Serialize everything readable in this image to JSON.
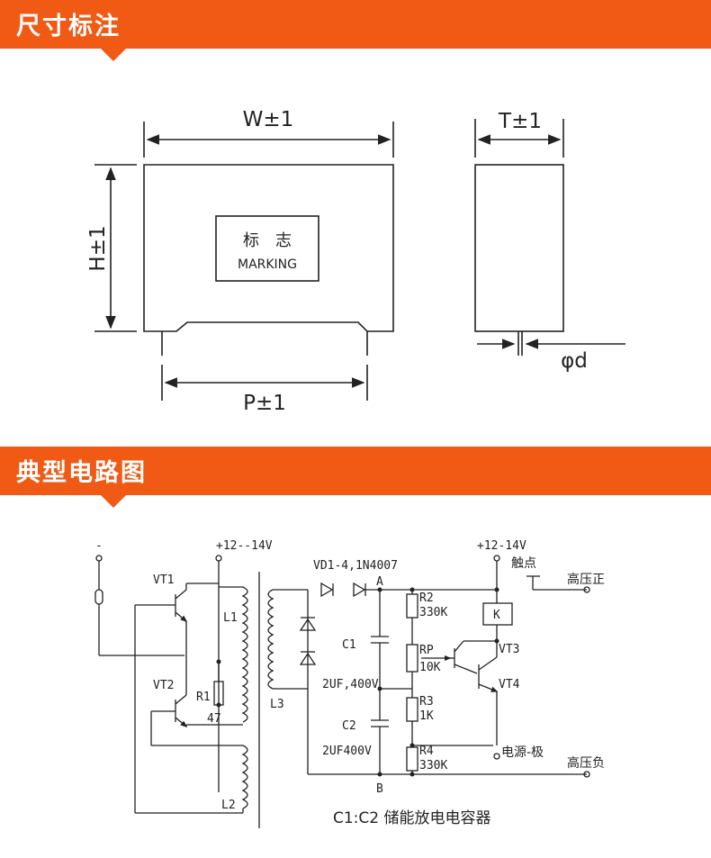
{
  "section1": {
    "title": "尺寸标注"
  },
  "dimensions": {
    "width": "W±1",
    "height": "H±1",
    "pitch": "P±1",
    "thickness": "T±1",
    "lead_diameter": "φd",
    "marking_cn": "标　志",
    "marking_en": "MARKING"
  },
  "section2": {
    "title": "典型电路图"
  },
  "circuit": {
    "minus": "-",
    "supply_left": "+12--14V",
    "vt1": "VT1",
    "vt2": "VT2",
    "l1": "L1",
    "l2": "L2",
    "l3": "L3",
    "r1": "R1",
    "r1_val": "47",
    "diodes": "VD1-4,1N4007",
    "node_a": "A",
    "node_b": "B",
    "c1": "C1",
    "c1_val": "2UF,400V",
    "c2": "C2",
    "c2_val": "2UF400V",
    "r2": "R2",
    "r2_val": "330K",
    "rp": "RP",
    "rp_val": "10K",
    "r3": "R3",
    "r3_val": "1K",
    "r4": "R4",
    "r4_val": "330K",
    "supply_right": "+12-14V",
    "contact": "触点",
    "relay": "K",
    "vt3": "VT3",
    "vt4": "VT4",
    "hv_pos": "高压正",
    "hv_neg": "高压负",
    "supply_neg": "电源-极",
    "caption": "C1:C2 储能放电电容器"
  }
}
